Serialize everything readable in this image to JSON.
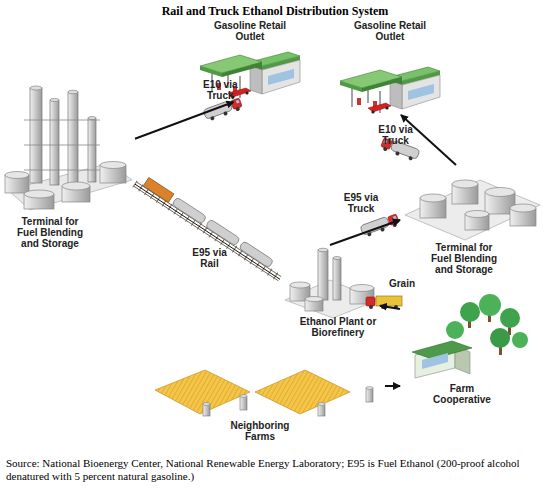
{
  "diagram": {
    "title": "Rail and Truck Ethanol Distribution System",
    "caption": "Source: National Bioenergy Center, National Renewable Energy Laboratory; E95 is Fuel Ethanol (200-proof alcohol denatured with 5 percent natural gasoline.)",
    "nodes": [
      {
        "text": [
          "Gasoline Retail Outlet"
        ]
      },
      {
        "text": [
          "Gasoline Retail Outlet"
        ]
      },
      {
        "text": [
          "Terminal for Fuel Blending and Storage"
        ]
      },
      {
        "text": [
          "Terminal for Fuel Blending and Storage"
        ]
      },
      {
        "text": [
          "Ethanol Plant or Biorefinery"
        ]
      },
      {
        "text": [
          "Farm Cooperative"
        ]
      },
      {
        "text": [
          "Neighboring Farms"
        ]
      }
    ],
    "edges": [
      {
        "from": 6,
        "to": 5,
        "arrow": "to"
      },
      {
        "from": 5,
        "to": 4,
        "label": "Grain",
        "arrow": "to"
      },
      {
        "from": 4,
        "to": 2,
        "label": "E95 via Rail",
        "arrow": "none"
      },
      {
        "from": 4,
        "to": 3,
        "label": "E95 via Truck",
        "arrow": "to"
      },
      {
        "from": 2,
        "to": 0,
        "label": "E10 via Truck",
        "arrow": "to"
      },
      {
        "from": 3,
        "to": 1,
        "label": "E10 via Truck",
        "arrow": "to"
      }
    ]
  }
}
